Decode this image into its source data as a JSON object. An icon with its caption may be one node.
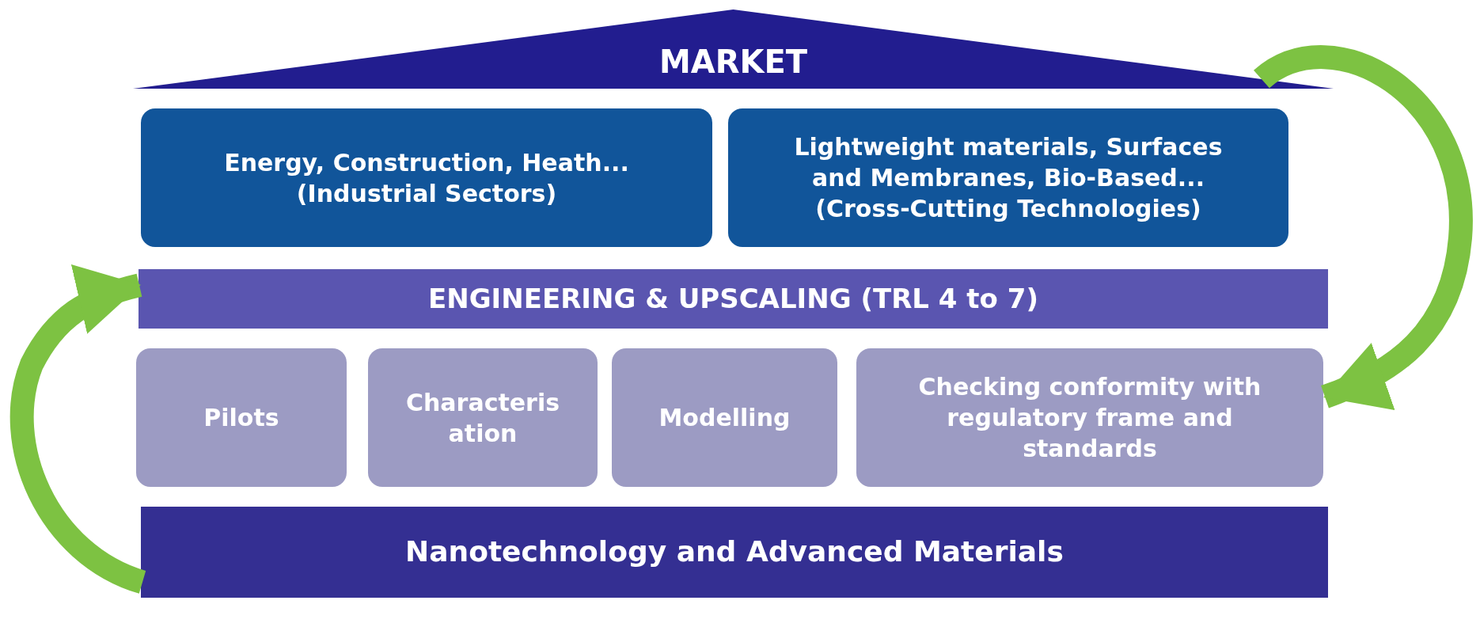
{
  "diagram": {
    "nodes": [
      {
        "text": [
          "MARKET"
        ]
      },
      {
        "text": [
          "Energy, Construction, Heath... (Industrial Sectors)"
        ]
      },
      {
        "text": [
          "Lightweight materials, Surfaces and Membranes, Bio-Based... (Cross-Cutting Technologies)"
        ]
      },
      {
        "text": [
          "ENGINEERING & UPSCALING (TRL 4 to 7)"
        ]
      },
      {
        "text": [
          "Pilots"
        ]
      },
      {
        "text": [
          "Characteris ation"
        ]
      },
      {
        "text": [
          "Modelling"
        ]
      },
      {
        "text": [
          "Checking conformity with regulatory frame and standards"
        ]
      },
      {
        "text": [
          "Nanotechnology and Advanced Materials"
        ]
      }
    ],
    "edges": [
      {
        "from": 0,
        "to": 7,
        "arrow": "to"
      },
      {
        "from": 8,
        "to": 3,
        "arrow": "to"
      }
    ]
  }
}
